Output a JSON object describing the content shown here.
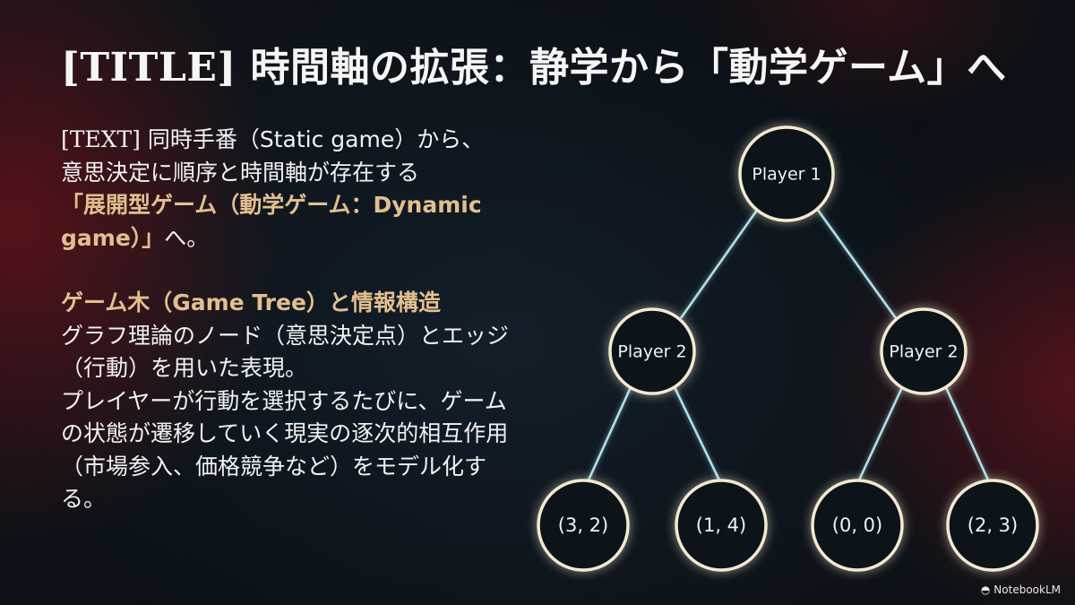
{
  "title": "[TITLE] 時間軸の拡張：静学から「動学ゲーム」へ",
  "body": {
    "p1_tag": "[TEXT]",
    "p1_line1": " 同時手番（Static game）から、",
    "p1_line2": "意思決定に順序と時間軸が存在する",
    "p1_accent": "「展開型ゲーム（動学ゲーム：Dynamic game）」",
    "p1_tail": "へ。",
    "heading2": "ゲーム木（Game Tree）と情報構造",
    "p2": "グラフ理論のノード（意思決定点）とエッジ（行動）を用いた表現。",
    "p3": "プレイヤーが行動を選択するたびに、ゲームの状態が遷移していく現実の逐次的相互作用（市場参入、価格競争など）をモデル化する。"
  },
  "tree": {
    "root": "Player 1",
    "left": "Player 2",
    "right": "Player 2",
    "leaves": [
      "(3, 2)",
      "(1, 4)",
      "(0, 0)",
      "(2, 3)"
    ]
  },
  "logo": {
    "icon": "notebooklm-icon",
    "text": "NotebookLM"
  },
  "colors": {
    "accent": "#e2bf8f",
    "node_stroke": "#f3e9cf",
    "edge": "#aee0ea"
  }
}
